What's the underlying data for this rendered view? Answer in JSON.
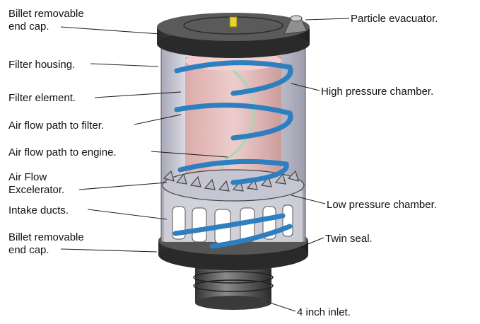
{
  "labels": {
    "billet_top_line1": "Billet removable",
    "billet_top_line2": "end cap.",
    "filter_housing": "Filter housing.",
    "filter_element": "Filter element.",
    "air_path_filter": "Air flow path to filter.",
    "air_path_engine": "Air flow path to engine.",
    "excelerator_line1": "Air Flow",
    "excelerator_line2": "Excelerator.",
    "intake_ducts": "Intake ducts.",
    "billet_bottom_line1": "Billet removable",
    "billet_bottom_line2": "end cap.",
    "particle_evacuator": "Particle evacuator.",
    "high_pressure": "High pressure chamber.",
    "low_pressure": "Low pressure chamber.",
    "twin_seal": "Twin seal.",
    "inlet": "4 inch inlet."
  },
  "colors": {
    "metal_dark": "#3a3a3a",
    "metal_mid": "#7a7a7a",
    "glass": "#d9d9e6",
    "spiral_blue": "#2d7fc0",
    "element_pink": "#e6b8b5",
    "engine_path_green": "#a9d7b0",
    "nozzle_yellow": "#e8d430"
  }
}
